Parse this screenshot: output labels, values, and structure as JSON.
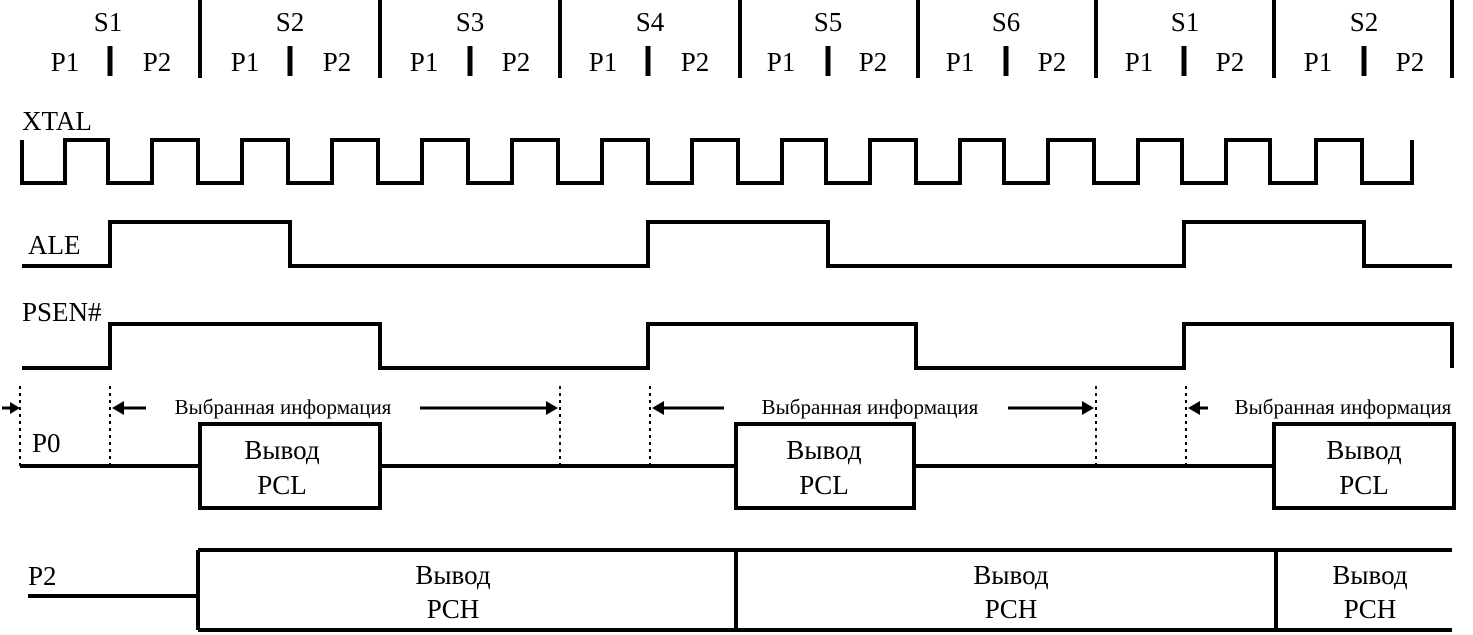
{
  "states": [
    "S1",
    "S2",
    "S3",
    "S4",
    "S5",
    "S6",
    "S1",
    "S2"
  ],
  "phases": [
    "P1",
    "P2"
  ],
  "signals": {
    "xtal": "XTAL",
    "ale": "ALE",
    "psen": "PSEN#",
    "p0": "P0",
    "p2": "P2"
  },
  "p0_fetch_label": "Выбранная информация",
  "p0_boxes": [
    {
      "line1": "Вывод",
      "line2": "PCL"
    },
    {
      "line1": "Вывод",
      "line2": "PCL"
    },
    {
      "line1": "Вывод",
      "line2": "PCL"
    }
  ],
  "p2_boxes": [
    {
      "line1": "Вывод",
      "line2": "PCH"
    },
    {
      "line1": "Вывод",
      "line2": "PCH"
    },
    {
      "line1": "Вывод",
      "line2": "PCH"
    }
  ]
}
